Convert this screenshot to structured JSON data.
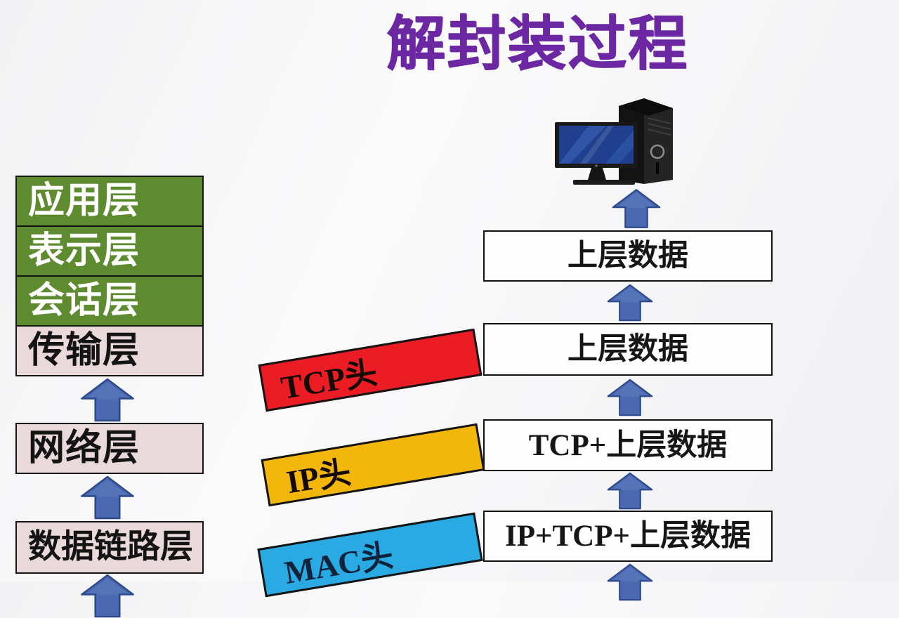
{
  "title": "解封装过程",
  "colors": {
    "title": "#6b28a2",
    "upper_layer_fill": "#5e8b2f",
    "lower_layer_fill": "#ead9da",
    "tcp_header_fill": "#ec1c24",
    "ip_header_fill": "#f3b70c",
    "mac_header_fill": "#29aae3",
    "arrow_fill": "#4a69b0",
    "arrow_stroke": "#2e4a8c",
    "box_border": "#141414"
  },
  "osi_layers": [
    {
      "id": "application",
      "label": "应用层"
    },
    {
      "id": "presentation",
      "label": "表示层"
    },
    {
      "id": "session",
      "label": "会话层"
    },
    {
      "id": "transport",
      "label": "传输层"
    },
    {
      "id": "network",
      "label": "网络层"
    },
    {
      "id": "datalink",
      "label": "数据链路层"
    }
  ],
  "protocol_headers": [
    {
      "id": "tcp",
      "label": "TCP头"
    },
    {
      "id": "ip",
      "label": "IP头"
    },
    {
      "id": "mac",
      "label": "MAC头"
    }
  ],
  "data_boxes": [
    {
      "label": "上层数据"
    },
    {
      "label": "上层数据"
    },
    {
      "label": "TCP+上层数据"
    },
    {
      "label": "IP+TCP+上层数据"
    }
  ],
  "icons": {
    "computer": "desktop-computer",
    "arrow": "up-block-arrow"
  }
}
